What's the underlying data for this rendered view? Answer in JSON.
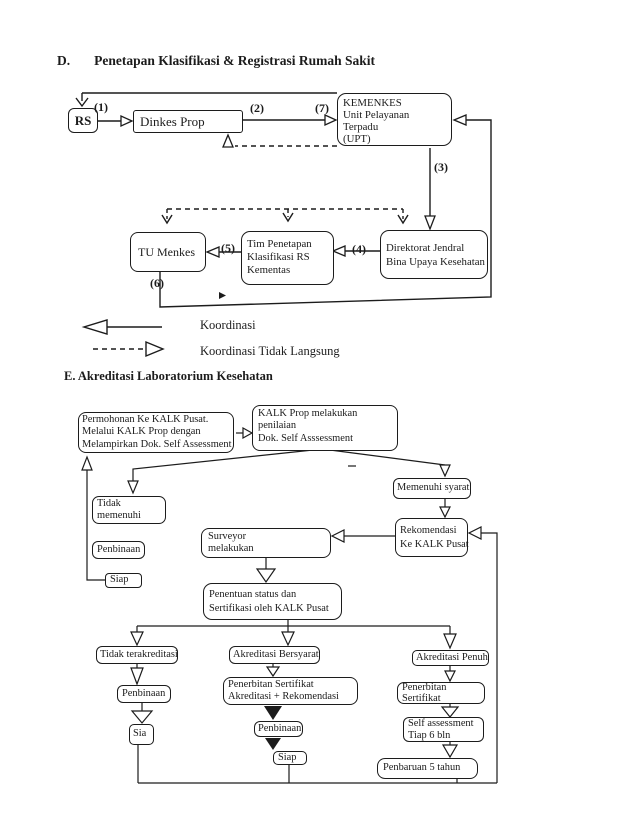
{
  "colors": {
    "ink": "#1c1c1c",
    "paper": "#ffffff"
  },
  "section_d": {
    "label": "D.",
    "title": "Penetapan Klasifikasi & Registrasi Rumah Sakit",
    "nodes": {
      "rs": {
        "label": "RS"
      },
      "dinkes_prop": {
        "label": "Dinkes Prop"
      },
      "kemenkes": {
        "lines": [
          "KEMENKES",
          "Unit Pelayanan",
          "Terpadu",
          "(UPT)"
        ]
      },
      "tu_menkes": {
        "label": "TU Menkes"
      },
      "tim_penetapan": {
        "lines": [
          "Tim Penetapan",
          "Klasifikasi RS",
          "Kementas"
        ]
      },
      "direktorat": {
        "lines": [
          "Direktorat Jendral",
          "Bina Upaya Kesehatan"
        ]
      }
    },
    "edge_labels": {
      "l1": "(1)",
      "l2": "(2)",
      "l3": "(3)",
      "l4": "(4)",
      "l5": "(5)",
      "l6": "(6)",
      "l7": "(7)"
    }
  },
  "legend": {
    "solid_label": "Koordinasi",
    "dashed_label": "Koordinasi Tidak Langsung"
  },
  "section_e": {
    "title": "E. Akreditasi Laboratorium Kesehatan",
    "nodes": {
      "permohonan": {
        "lines": [
          "Permohonan Ke KALK Pusat.",
          "Melalui KALK Prop dengan",
          "Melampirkan Dok. Self Assessment"
        ]
      },
      "kalk_prop": {
        "lines": [
          "KALK Prop melakukan",
          "penilaian",
          "Dok. Self Asssessment"
        ]
      },
      "memenuhi_syarat": {
        "label": "Memenuhi syarat"
      },
      "tidak_memenuhi": {
        "lines": [
          "Tidak",
          "memenuhi"
        ]
      },
      "penbinaan_kiri": {
        "label": "Penbinaan"
      },
      "siap_kiri": {
        "label": "Siap"
      },
      "surveyor": {
        "lines": [
          "Surveyor",
          "melakukan"
        ]
      },
      "rekomendasi": {
        "lines": [
          "Rekomendasi",
          "Ke KALK Pusat"
        ]
      },
      "penentuan": {
        "lines": [
          "Penentuan status dan",
          "Sertifikasi oleh KALK Pusat"
        ]
      },
      "tidak_terakreditasi": {
        "label": "Tidak terakreditasi"
      },
      "akreditasi_bersyarat": {
        "label": "Akreditasi Bersyarat"
      },
      "akreditasi_penuh": {
        "label": "Akreditasi Penuh"
      },
      "penbinaan_cabang": {
        "label": "Penbinaan"
      },
      "penerbitan_rekomendasi": {
        "lines": [
          "Penerbitan Sertifikat",
          "Akreditasi + Rekomendasi"
        ]
      },
      "penerbitan_sertifikat": {
        "lines": [
          "Penerbitan",
          "Sertifikat"
        ]
      },
      "sia": {
        "label": "Sia"
      },
      "penbinaan_tengah": {
        "label": "Penbinaan"
      },
      "siap_tengah": {
        "label": "Siap"
      },
      "self_assessment": {
        "lines": [
          "Self assessment",
          "Tiap 6 bln"
        ]
      },
      "penbaruan": {
        "label": "Penbaruan 5 tahun"
      }
    }
  }
}
